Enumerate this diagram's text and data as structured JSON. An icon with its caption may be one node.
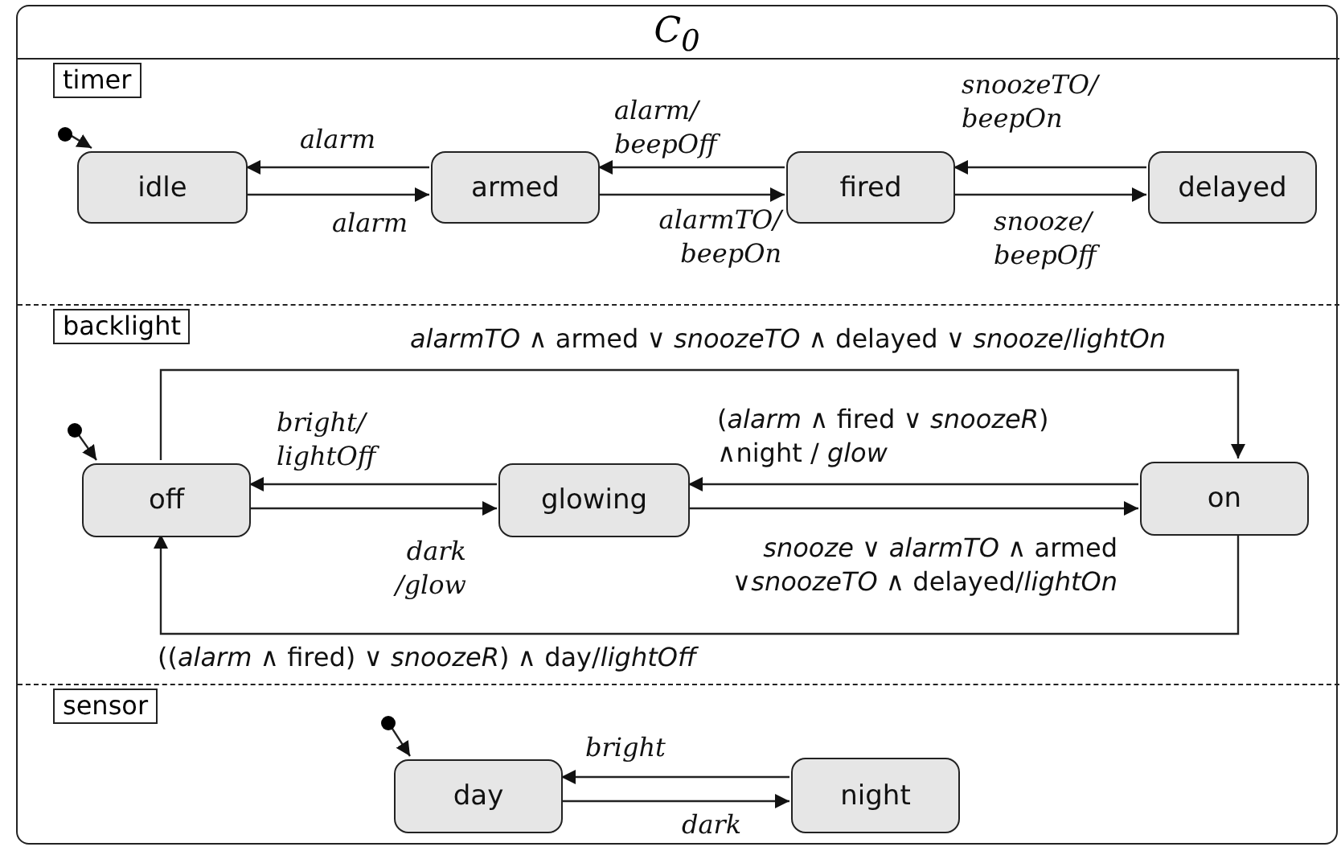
{
  "diagram": {
    "nodes": [
      {
        "text": [
          "C$_{0}$"
        ]
      },
      {
        "text": [
          "timer"
        ],
        "in": 0
      },
      {
        "text": [],
        "shape": "circle",
        "in": 1
      },
      {
        "text": [
          "idle"
        ],
        "in": 1
      },
      {
        "text": [
          "armed"
        ],
        "in": 1
      },
      {
        "text": [
          "fired"
        ],
        "in": 1
      },
      {
        "text": [
          "delayed"
        ],
        "in": 1
      },
      {
        "text": [
          "backlight"
        ],
        "in": 0
      },
      {
        "text": [],
        "shape": "circle",
        "in": 7
      },
      {
        "text": [
          "off"
        ],
        "in": 7
      },
      {
        "text": [
          "glowing"
        ],
        "in": 7
      },
      {
        "text": [
          "on"
        ],
        "in": 7
      },
      {
        "text": [
          "sensor"
        ],
        "in": 0
      },
      {
        "text": [],
        "shape": "circle",
        "in": 12
      },
      {
        "text": [
          "day"
        ],
        "in": 12
      },
      {
        "text": [
          "night"
        ],
        "in": 12
      }
    ],
    "edges": [
      {
        "from": 2,
        "to": 3,
        "arrow": "to"
      },
      {
        "from": 4,
        "to": 3,
        "arrow": "to",
        "label": "alarm"
      },
      {
        "from": 3,
        "to": 4,
        "arrow": "to",
        "label": "alarm"
      },
      {
        "from": 5,
        "to": 4,
        "arrow": "to",
        "label": "alarm/ beepOff"
      },
      {
        "from": 4,
        "to": 5,
        "arrow": "to",
        "label": "alarmTO/ beepOn"
      },
      {
        "from": 6,
        "to": 5,
        "arrow": "to",
        "label": "snoozeTO/ beepOn"
      },
      {
        "from": 5,
        "to": 6,
        "arrow": "to",
        "label": "snooze/ beepOff"
      },
      {
        "from": 8,
        "to": 9,
        "arrow": "to"
      },
      {
        "from": 9,
        "to": 11,
        "arrow": "to",
        "label": "*alarmTO* ∧ armed ∨ *snoozeTO* ∧ delayed ∨ *snooze*/*lightOn*"
      },
      {
        "from": 10,
        "to": 9,
        "arrow": "to",
        "label": "bright/ lightOff"
      },
      {
        "from": 11,
        "to": 10,
        "arrow": "to",
        "label": "(*alarm* ∧ fired ∨ *snoozeR*) ∧night / *glow*"
      },
      {
        "from": 9,
        "to": 10,
        "arrow": "to",
        "label": "dark /glow"
      },
      {
        "from": 10,
        "to": 11,
        "arrow": "to",
        "label": "*snooze* ∨ *alarmTO* ∧ armed ∨*snoozeTO* ∧ delayed/*lightOn*"
      },
      {
        "from": 11,
        "to": 9,
        "arrow": "to",
        "label": "((*alarm* ∧ fired) ∨ *snoozeR*) ∧ day/*lightOff*"
      },
      {
        "from": 13,
        "to": 14,
        "arrow": "to"
      },
      {
        "from": 15,
        "to": 14,
        "arrow": "to",
        "label": "bright"
      },
      {
        "from": 14,
        "to": 15,
        "arrow": "to",
        "label": "dark"
      }
    ]
  }
}
